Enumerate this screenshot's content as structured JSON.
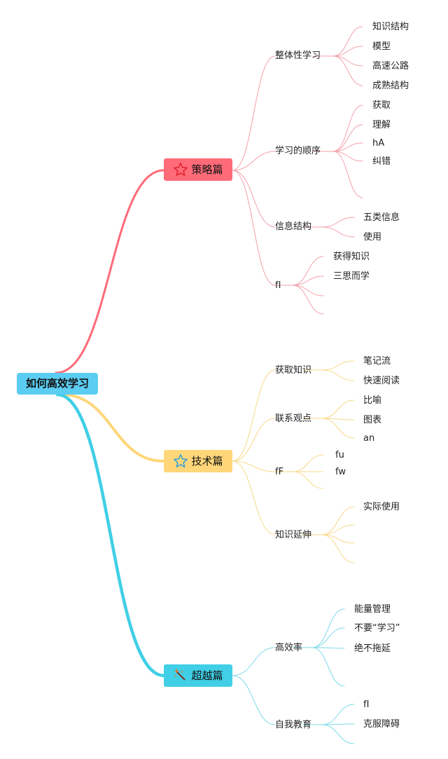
{
  "root": {
    "label": "如何高效学习"
  },
  "branches": [
    {
      "label": "策略篇",
      "icon": "star-outline-icon",
      "color": "#ff6b78",
      "line_color": "#f3a0a8",
      "children": [
        {
          "label": "整体性学习",
          "children": [
            "知识结构",
            "模型",
            "高速公路",
            "成熟结构"
          ]
        },
        {
          "label": "学习的顺序",
          "children": [
            "获取",
            "理解",
            "hA",
            "纠错",
            ""
          ]
        },
        {
          "label": "信息结构",
          "children": [
            "五类信息",
            "使用"
          ]
        },
        {
          "label": "fI",
          "children": [
            "获得知识",
            "三思而学",
            "",
            ""
          ]
        }
      ]
    },
    {
      "label": "技术篇",
      "icon": "star-outline-icon",
      "color": "#ffd77a",
      "line_color": "#f8d98a",
      "children": [
        {
          "label": "获取知识",
          "children": [
            "笔记流",
            "快速阅读"
          ]
        },
        {
          "label": "联系观点",
          "children": [
            "比喻",
            "图表",
            "an"
          ]
        },
        {
          "label": "fF",
          "children": [
            "fu",
            "fw",
            ""
          ]
        },
        {
          "label": "知识延伸",
          "children": [
            "实际使用",
            "",
            "",
            ""
          ]
        }
      ]
    },
    {
      "label": "超越篇",
      "icon": "magic-wand-icon",
      "color": "#40cfe6",
      "line_color": "#7fd9ea",
      "children": [
        {
          "label": "高效率",
          "children": [
            "能量管理",
            "不要“学习”",
            "绝不拖延",
            ""
          ]
        },
        {
          "label": "自我教育",
          "children": [
            "fI",
            "克服障碍",
            ""
          ]
        }
      ]
    }
  ]
}
